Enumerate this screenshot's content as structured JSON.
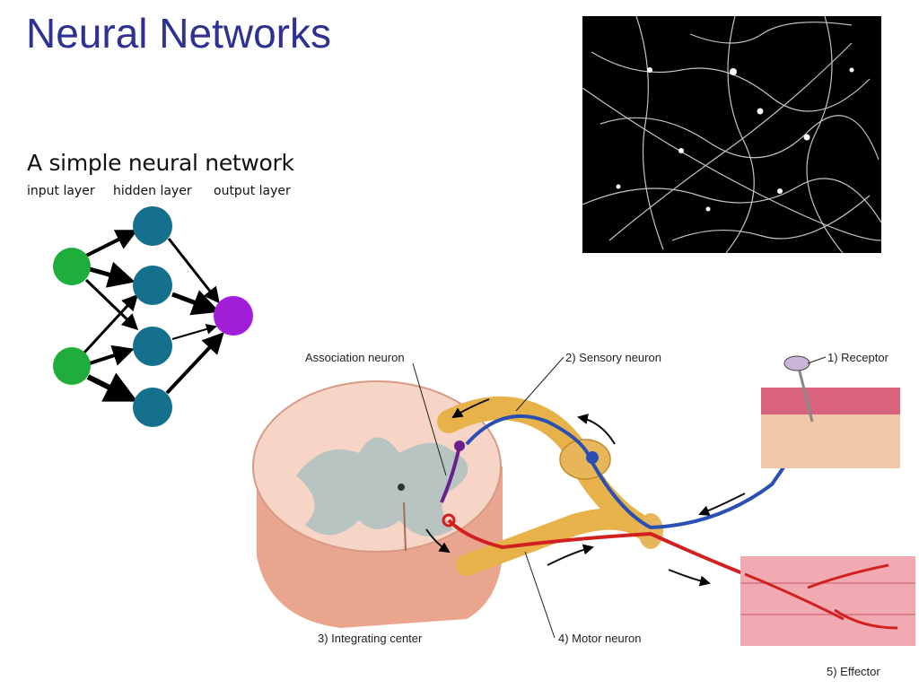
{
  "slide": {
    "title": "Neural Networks"
  },
  "network_diagram": {
    "title": "A simple neural network",
    "layers": [
      "input layer",
      "hidden layer",
      "output layer"
    ],
    "colors": {
      "input": "#1fae3b",
      "hidden": "#14708d",
      "output": "#a11fd8",
      "arrow": "#000000"
    }
  },
  "neuron_photo": {
    "description_icon": "neuron-micrograph-image"
  },
  "reflex_arc": {
    "labels": {
      "association": "Association neuron",
      "sensory": "2) Sensory neuron",
      "receptor": "1) Receptor",
      "integrating": "3) Integrating center",
      "motor": "4) Motor neuron",
      "effector": "5) Effector"
    },
    "colors": {
      "sensory": "#2a4fb3",
      "motor": "#d21f1f",
      "association": "#6b1f8a",
      "nerve": "#e7b24a",
      "cord": "#f2c9b8"
    }
  }
}
